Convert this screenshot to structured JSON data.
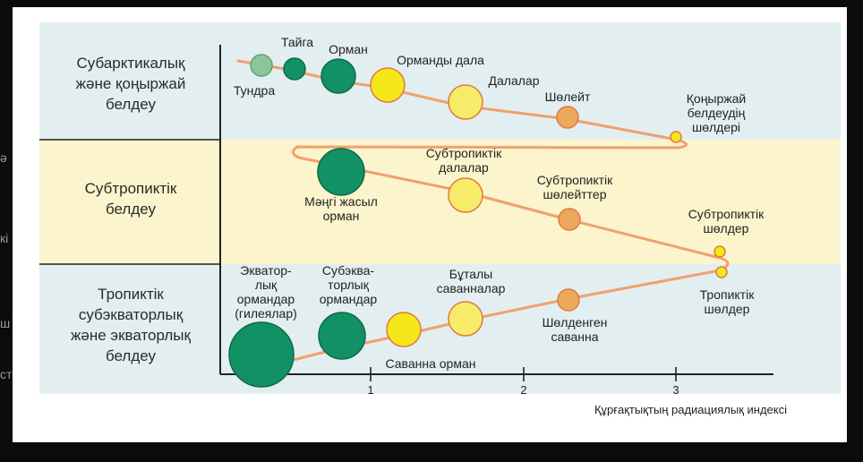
{
  "edge_fragments": [
    "ә",
    "кі",
    "ш",
    "ст"
  ],
  "zones": [
    {
      "lines": [
        "Субарктикалық",
        "және қоңыржай",
        "белдеу"
      ],
      "color": "#e3eef0"
    },
    {
      "lines": [
        "Субтропиктік",
        "белдеу"
      ],
      "color": "#fcf4cc"
    },
    {
      "lines": [
        "Тропиктік",
        "субэкваторлық",
        "және экваторлық",
        "белдеу"
      ],
      "color": "#e3eef0"
    }
  ],
  "axis": {
    "title": "Құрғақтықтың радиациялық индексі",
    "ticks": [
      "1",
      "2",
      "3"
    ]
  },
  "colors": {
    "path": "#f0a070",
    "tundra": "#8cc59b",
    "forest": "#129165",
    "yellow": "#f5e81a",
    "pale_yellow": "#f7ec6a",
    "orange": "#eda85e",
    "ring": "#e07a40"
  },
  "nodes": [
    {
      "label": [
        "Тундра"
      ],
      "size": "small",
      "kind": "tundra"
    },
    {
      "label": [
        "Тайга"
      ],
      "size": "small",
      "kind": "forest"
    },
    {
      "label": [
        "Орман"
      ],
      "size": "medium",
      "kind": "forest"
    },
    {
      "label": [
        "Орманды дала"
      ],
      "size": "medium",
      "kind": "yellow"
    },
    {
      "label": [
        "Далалар"
      ],
      "size": "medium",
      "kind": "pale_yellow"
    },
    {
      "label": [
        "Шөлейт"
      ],
      "size": "small",
      "kind": "orange"
    },
    {
      "label": [
        "Қоңыржай",
        "белдеудің",
        "шөлдері"
      ],
      "size": "tiny",
      "kind": "yellow"
    },
    {
      "label": [
        "Мәңгі жасыл",
        "орман"
      ],
      "size": "large",
      "kind": "forest"
    },
    {
      "label": [
        "Субтропиктік",
        "далалар"
      ],
      "size": "medium",
      "kind": "pale_yellow"
    },
    {
      "label": [
        "Субтропиктік",
        "шөлейттер"
      ],
      "size": "small",
      "kind": "orange"
    },
    {
      "label": [
        "Субтропиктік",
        "шөлдер"
      ],
      "size": "tiny",
      "kind": "yellow"
    },
    {
      "label": [
        "Тропиктік",
        "шөлдер"
      ],
      "size": "tiny",
      "kind": "yellow"
    },
    {
      "label": [
        "Экватор-",
        "лық",
        "ормандар",
        "(гилеялар)"
      ],
      "size": "xlarge",
      "kind": "forest"
    },
    {
      "label": [
        "Субэква-",
        "торлық",
        "ормандар"
      ],
      "size": "large",
      "kind": "forest"
    },
    {
      "label": [
        "Саванна орман"
      ],
      "size": "medium",
      "kind": "yellow"
    },
    {
      "label": [
        "Бұталы",
        "саванналар"
      ],
      "size": "medium",
      "kind": "pale_yellow"
    },
    {
      "label": [
        "Шөлденген",
        "саванна"
      ],
      "size": "small",
      "kind": "orange"
    }
  ]
}
